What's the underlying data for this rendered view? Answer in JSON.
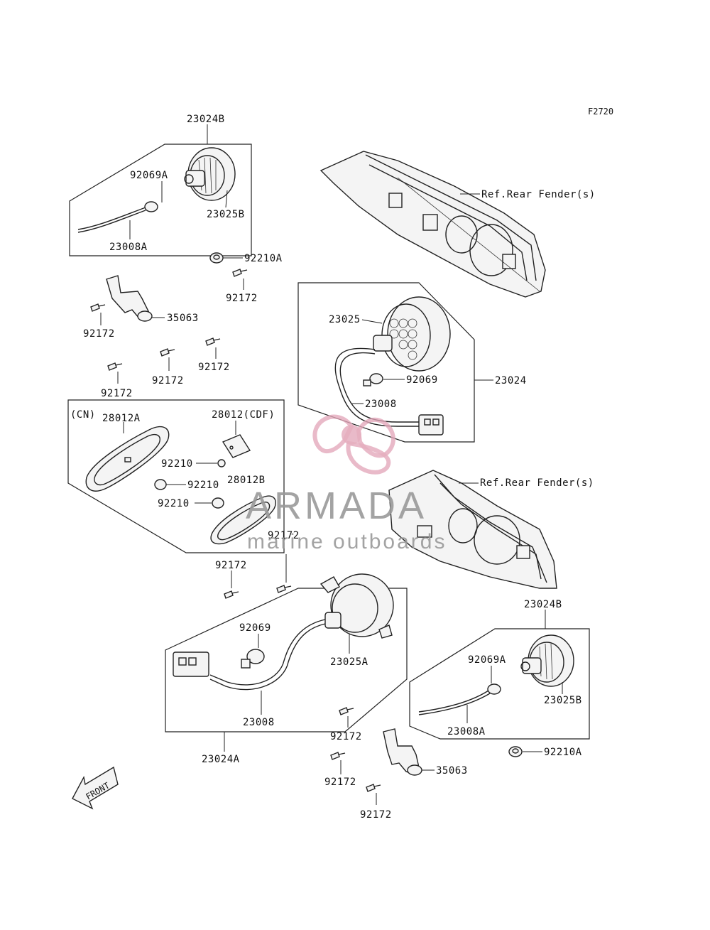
{
  "diagram": {
    "code": "F2720",
    "watermark": {
      "brand": "ARMADA",
      "tagline": "marine outboards",
      "brand_color": "#e3a6b8",
      "text_color": "#9a9a9a"
    },
    "labels": {
      "p23024B_top": "23024B",
      "p92069A_top": "92069A",
      "p23025B_top": "23025B",
      "p23008A_top": "23008A",
      "p92210A_top": "92210A",
      "p92172_a": "92172",
      "p35063_top": "35063",
      "p92172_b": "92172",
      "p92172_c": "92172",
      "p92172_d": "92172",
      "p92172_e": "92172",
      "ref_rear_fender_top": "Ref.Rear Fender(s)",
      "p23025": "23025",
      "p92069": "92069",
      "p23024": "23024",
      "p23008": "23008",
      "cn": "(CN)",
      "p28012A": "28012A",
      "p28012_cdf": "28012(CDF)",
      "p92210_a": "92210",
      "p92210_b": "92210",
      "p92210_c": "92210",
      "p28012B": "28012B",
      "ref_rear_fender_mid": "Ref.Rear Fender(s)",
      "p92172_f": "92172",
      "p92172_g": "92172",
      "p92069_bottom": "92069",
      "p23025A": "23025A",
      "p23008_bottom": "23008",
      "p23024A": "23024A",
      "p23024B_bottom": "23024B",
      "p92069A_bottom": "92069A",
      "p23025B_bottom": "23025B",
      "p23008A_bottom": "23008A",
      "p92210A_bottom": "92210A",
      "p92172_h": "92172",
      "p35063_bottom": "35063",
      "p92172_i": "92172",
      "p92172_j": "92172",
      "front": "FRONT"
    }
  }
}
